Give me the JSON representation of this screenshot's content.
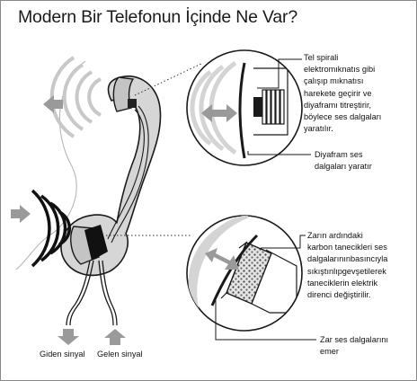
{
  "title": "Modern Bir Telefonun İçinde Ne Var?",
  "labels": {
    "coil_desc": [
      "Tel spirali",
      "elektromıknatıs gibi",
      "çalışıp mıknatısı",
      "harekete geçirir ve",
      "diyaframı titreştirir,",
      "böylece ses dalgaları",
      "yaratılır."
    ],
    "diaphragm_desc": [
      "Diyafram ses",
      "dalgaları yaratır"
    ],
    "carbon_desc": [
      "Zarın ardındaki",
      "karbon tanecikleri ses",
      "dalgalarınınbasıncıyla",
      "sıkıştınlıpgevşetilerek",
      "taneciklerin elektrik",
      "direnci değiştirilir."
    ],
    "membrane_desc": [
      "Zar ses dalgalarını",
      "emer"
    ],
    "outgoing_signal": "Giden sinyal",
    "incoming_signal": "Gelen sinyal"
  },
  "colors": {
    "outline": "#1a1a1a",
    "handset_fill": "#d6d6d6",
    "wave_gray": "#c8c8c8",
    "wave_black": "#111111",
    "arrow_gray": "#9a9a9a"
  }
}
